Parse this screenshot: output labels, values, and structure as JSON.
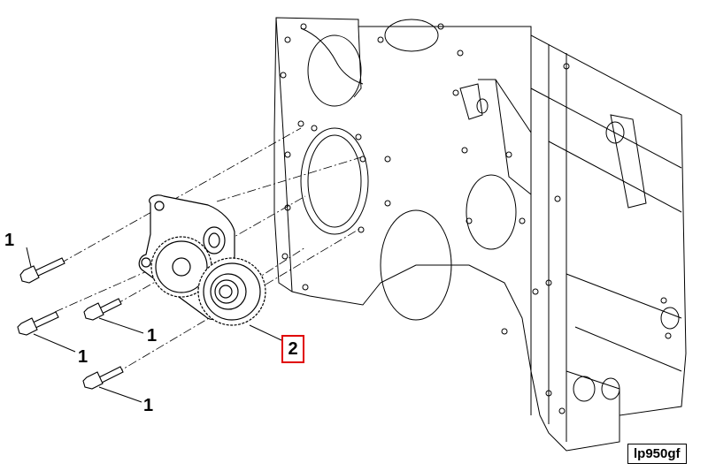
{
  "callouts": {
    "bolt_1a": "1",
    "bolt_1b": "1",
    "bolt_1c": "1",
    "bolt_1d": "1",
    "oil_pump": "2"
  },
  "reference_code": "lp950gf",
  "colors": {
    "line": "#000000",
    "highlight": "#e00000",
    "background": "#ffffff"
  }
}
